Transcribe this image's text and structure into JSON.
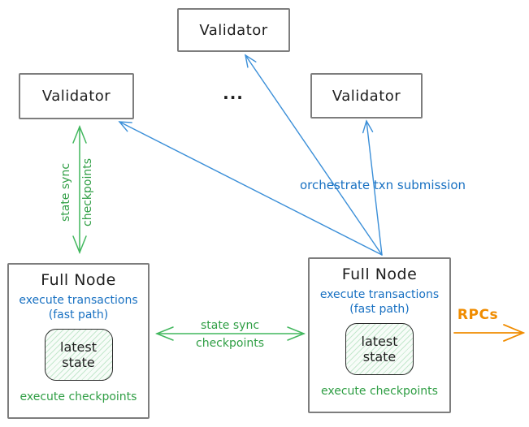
{
  "validators": {
    "top": "Validator",
    "left": "Validator",
    "right": "Validator"
  },
  "ellipsis": "...",
  "full_node_left": {
    "title": "Full Node",
    "exec_txn": "execute transactions",
    "fast_path": "(fast path)",
    "state_line1": "latest",
    "state_line2": "state",
    "exec_checkpoints": "execute checkpoints"
  },
  "full_node_right": {
    "title": "Full Node",
    "exec_txn": "execute transactions",
    "fast_path": "(fast path)",
    "state_line1": "latest",
    "state_line2": "state",
    "exec_checkpoints": "execute checkpoints"
  },
  "edge_labels": {
    "vertical_state_sync": {
      "line1": "state sync",
      "line2": "checkpoints"
    },
    "horizontal_state_sync": {
      "line1": "state sync",
      "line2": "checkpoints"
    },
    "orchestrate": "orchestrate txn submission",
    "rpcs": "RPCs"
  },
  "colors": {
    "ink": "#1e1e1e",
    "border_gray": "#7d7d7d",
    "blue": "#1971c2",
    "blue_arrow": "#3b8fd8",
    "green": "#2f9e44",
    "green_arrow": "#41b75d",
    "orange": "#f08c00",
    "state_fill": "#f7fcf8",
    "state_hatch": "#c4e8cd"
  }
}
